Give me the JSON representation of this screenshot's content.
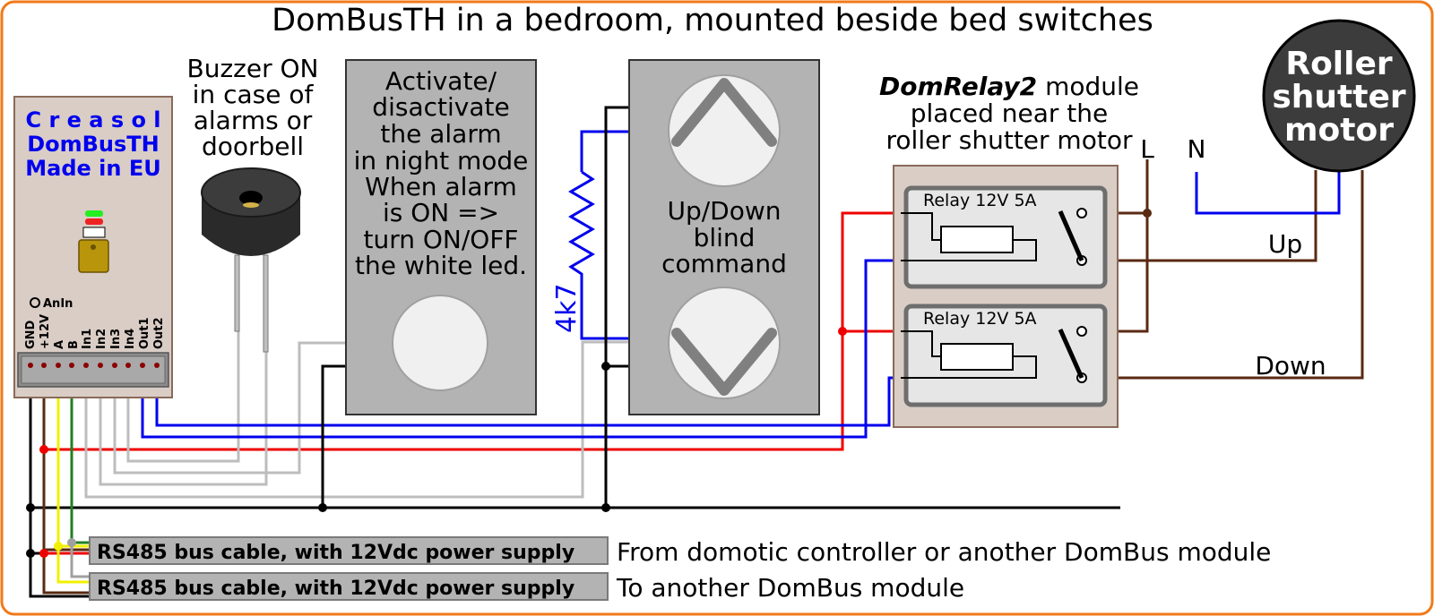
{
  "title": "DomBusTH in a bedroom, mounted beside bed switches",
  "module": {
    "brand_lines": [
      "C r e a s o l",
      "DomBusTH",
      "Made in EU"
    ],
    "anin_label": "AnIn",
    "pins": [
      "GND",
      "+12V",
      "A",
      "B",
      "In1",
      "In2",
      "In3",
      "In4",
      "Out1",
      "Out2"
    ]
  },
  "buzzer": {
    "lines": [
      "Buzzer ON",
      "in case of",
      "alarms or",
      "doorbell"
    ]
  },
  "alarm_switch": {
    "lines": [
      "Activate/",
      "disactivate",
      "the alarm",
      "in night mode",
      "When alarm",
      "is ON =>",
      "turn ON/OFF",
      "the white led."
    ]
  },
  "blind_switch": {
    "lines": [
      "Up/Down",
      "blind",
      "command"
    ]
  },
  "resistor": {
    "label": "4k7"
  },
  "domrelay": {
    "name": "DomRelay2",
    "line1_suffix": " module",
    "lines": [
      "placed near the",
      "roller shutter motor"
    ],
    "relays": [
      "Relay 12V 5A",
      "Relay 12V 5A"
    ]
  },
  "mains": {
    "L": "L",
    "N": "N"
  },
  "motor": {
    "lines": [
      "Roller",
      "shutter",
      "motor"
    ]
  },
  "wire_labels": {
    "up": "Up",
    "down": "Down"
  },
  "cables": [
    {
      "label": "RS485 bus cable, with 12Vdc power supply",
      "note": "From domotic controller or another DomBus module"
    },
    {
      "label": "RS485 bus cable, with 12Vdc power supply",
      "note": "To another DomBus module"
    }
  ],
  "colors": {
    "frame": "#f07a1a",
    "panel": "#b3b3b3",
    "module_bg": "#d9cdc6",
    "blue_wire": "#0000ee",
    "red_wire": "#ee0000",
    "brown_wire": "#5a2a12",
    "yellow_wire": "#f0f000",
    "green_wire": "#208020"
  }
}
